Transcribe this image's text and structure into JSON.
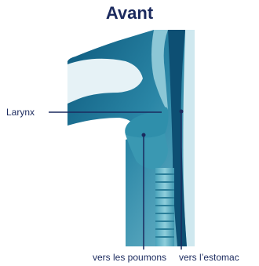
{
  "title": "Avant",
  "labels": {
    "larynx": "Larynx",
    "lungs": "vers les poumons",
    "stomach": "vers l’estomac"
  },
  "colors": {
    "deep_blue": "#0d4f73",
    "mid_blue": "#1c7ea3",
    "teal": "#3a98b2",
    "light_teal": "#8cc7d6",
    "pale": "#cfe8ef",
    "navy_text": "#1b2a5e"
  }
}
